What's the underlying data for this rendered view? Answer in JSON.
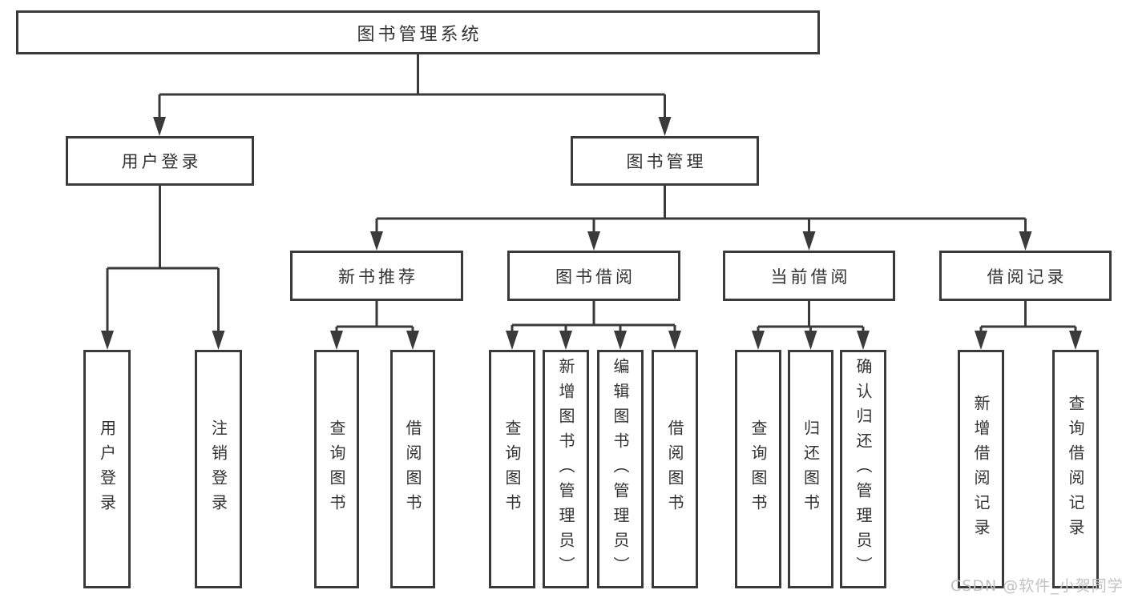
{
  "tree": {
    "label": "图书管理系统",
    "children": [
      {
        "label": "用户登录",
        "children": [
          {
            "label": "用户登录"
          },
          {
            "label": "注销登录"
          }
        ]
      },
      {
        "label": "图书管理",
        "children": [
          {
            "label": "新书推荐",
            "children": [
              {
                "label": "查询图书"
              },
              {
                "label": "借阅图书"
              }
            ]
          },
          {
            "label": "图书借阅",
            "children": [
              {
                "label": "查询图书"
              },
              {
                "label": "新增图书（管理员）"
              },
              {
                "label": "编辑图书（管理员）"
              },
              {
                "label": "借阅图书"
              }
            ]
          },
          {
            "label": "当前借阅",
            "children": [
              {
                "label": "查询图书"
              },
              {
                "label": "归还图书"
              },
              {
                "label": "确认归还（管理员）"
              }
            ]
          },
          {
            "label": "借阅记录",
            "children": [
              {
                "label": "新增借阅记录"
              },
              {
                "label": "查询借阅记录"
              }
            ]
          }
        ]
      }
    ]
  },
  "watermark": "CSDN @软件_小贺同学",
  "colors": {
    "line": "#3a3a3a",
    "text": "#333333",
    "box_bg": "#ffffff",
    "watermark": "#c2c2c2"
  }
}
